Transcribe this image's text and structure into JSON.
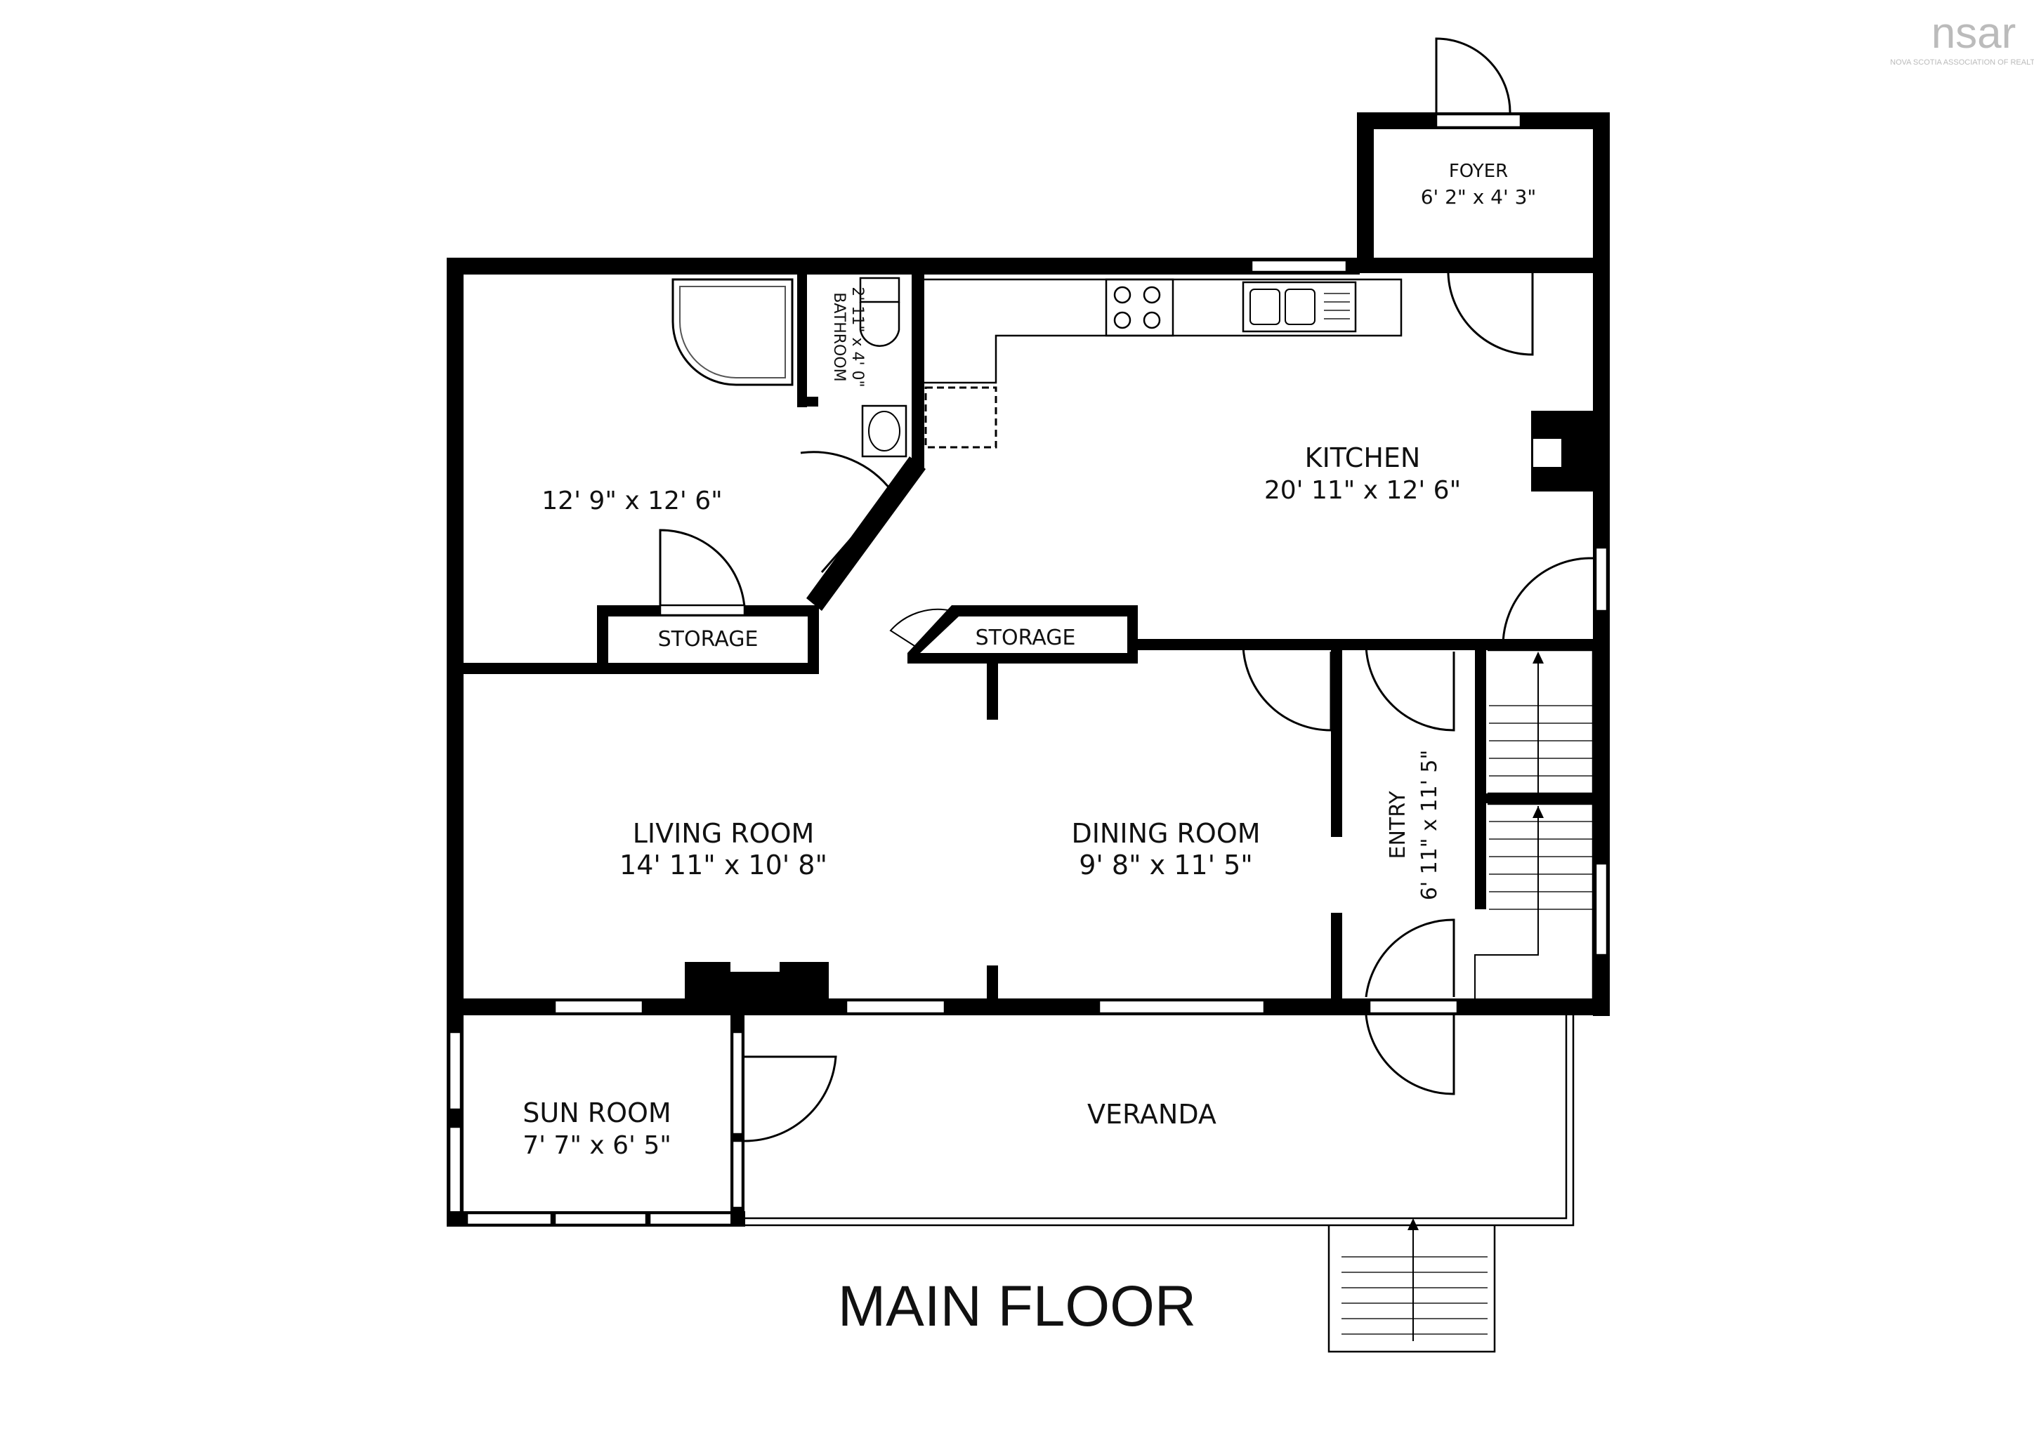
{
  "logo": {
    "mark": "nsar",
    "subtitle": "NOVA SCOTIA ASSOCIATION OF REALTORS®"
  },
  "floor_title": "MAIN FLOOR",
  "rooms": {
    "foyer": {
      "name": "FOYER",
      "size": "6' 2\" x 4' 3\""
    },
    "bathroom": {
      "name": "BATHROOM",
      "size": "2' 11\" x 4' 0\""
    },
    "bedroom": {
      "name": "",
      "size": "12' 9\" x 12' 6\""
    },
    "kitchen": {
      "name": "KITCHEN",
      "size": "20' 11\" x 12' 6\""
    },
    "storage_left": {
      "name": "STORAGE"
    },
    "storage_right": {
      "name": "STORAGE"
    },
    "living": {
      "name": "LIVING ROOM",
      "size": "14' 11\" x 10' 8\""
    },
    "dining": {
      "name": "DINING ROOM",
      "size": "9' 8\" x 11' 5\""
    },
    "entry": {
      "name": "ENTRY",
      "size": "6' 11\" x 11' 5\""
    },
    "sunroom": {
      "name": "SUN ROOM",
      "size": "7' 7\" x 6' 5\""
    },
    "veranda": {
      "name": "VERANDA"
    }
  }
}
